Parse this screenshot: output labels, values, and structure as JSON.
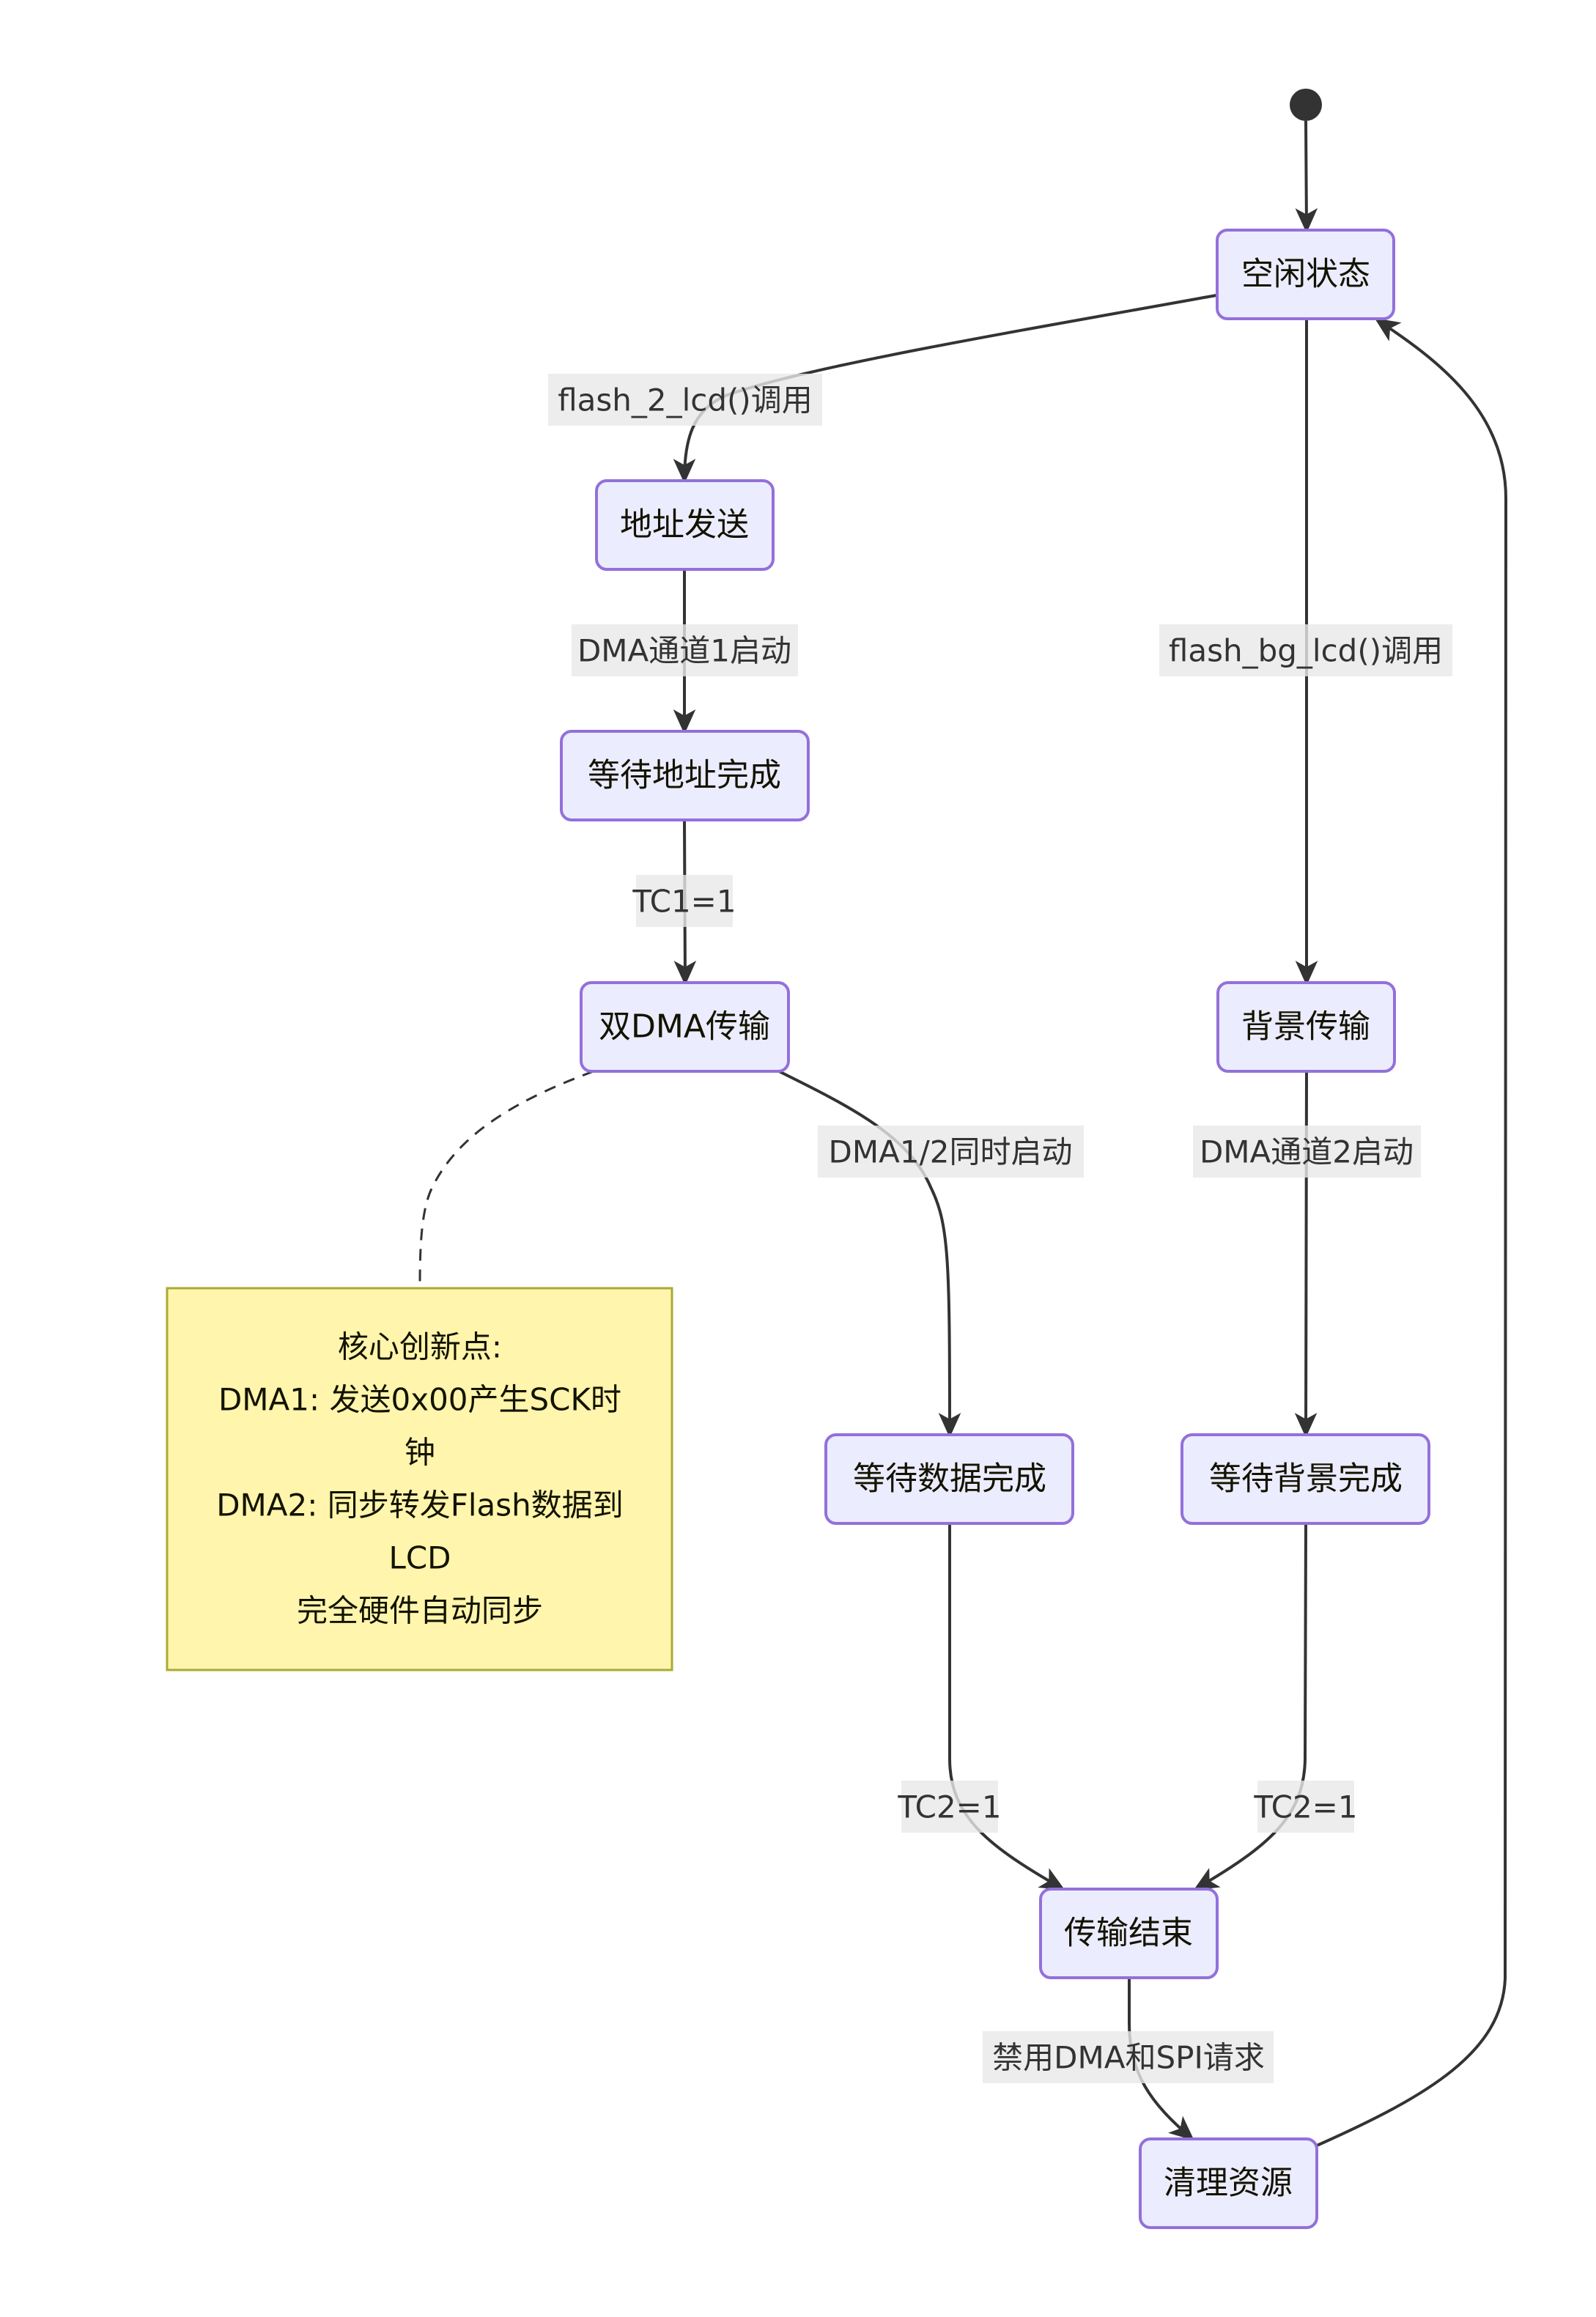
{
  "diagram": {
    "type": "state-diagram",
    "colors": {
      "state_fill": "#ececff",
      "state_border": "#9370db",
      "edge": "#333333",
      "label_bg": "#e8e8e8",
      "note_fill": "#fff5ad",
      "note_border": "#aaaa33"
    },
    "states": {
      "idle": "空闲状态",
      "addr_send": "地址发送",
      "wait_addr": "等待地址完成",
      "dual_dma": "双DMA传输",
      "bg_transfer": "背景传输",
      "wait_data": "等待数据完成",
      "wait_bg": "等待背景完成",
      "transfer_end": "传输结束",
      "cleanup": "清理资源"
    },
    "transitions": {
      "idle_to_addr": "flash_2_lcd()调用",
      "addr_to_wait": "DMA通道1启动",
      "wait_to_dual": "TC1=1",
      "idle_to_bg": "flash_bg_lcd()调用",
      "dual_to_waitdata": "DMA1/2同时启动",
      "bg_to_waitbg": "DMA通道2启动",
      "waitdata_to_end": "TC2=1",
      "waitbg_to_end": "TC2=1",
      "end_to_cleanup": "禁用DMA和SPI请求"
    },
    "note": {
      "lines": [
        "核心创新点:",
        "DMA1: 发送0x00产生SCK时",
        "钟",
        "DMA2: 同步转发Flash数据到",
        "LCD",
        "完全硬件自动同步"
      ]
    }
  }
}
